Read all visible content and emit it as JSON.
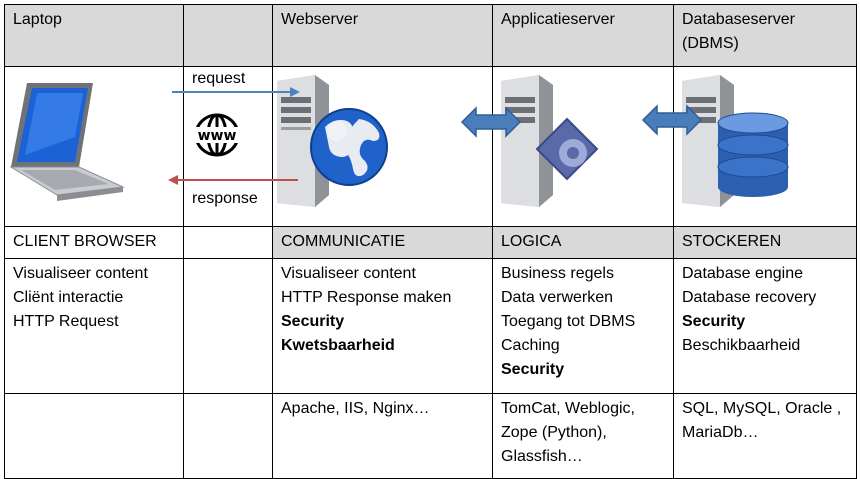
{
  "header": {
    "laptop": "Laptop",
    "webserver": "Webserver",
    "appserver": "Applicatieserver",
    "dbserver_line1": "Databaseserver",
    "dbserver_line2": "(DBMS)"
  },
  "arrows": {
    "request": "request",
    "response": "response",
    "www": "www"
  },
  "roles": {
    "client": "CLIENT BROWSER",
    "web": "COMMUNICATIE",
    "app": "LOGICA",
    "db": "STOCKEREN"
  },
  "tasks": {
    "client": [
      "Visualiseer content",
      "Cliënt interactie",
      "HTTP Request"
    ],
    "web": [
      "Visualiseer content",
      "HTTP Response maken",
      "Security",
      "Kwetsbaarheid"
    ],
    "app": [
      "Business regels",
      "Data verwerken",
      "Toegang tot DBMS",
      "Caching",
      "Security"
    ],
    "db": [
      "Database engine",
      "Database recovery",
      "Security",
      "Beschikbaarheid"
    ]
  },
  "products": {
    "web": [
      "Apache, IIS, Nginx…"
    ],
    "app": [
      "TomCat, Weblogic,",
      "Zope (Python),",
      "Glassfish…"
    ],
    "db": [
      "SQL, MySQL, Oracle ,",
      "MariaDb…"
    ]
  },
  "colors": {
    "request_arrow": "#4f81bd",
    "response_arrow": "#c0504d",
    "header_shade": "#d9d9d9",
    "connector": "#4a7ebb"
  }
}
